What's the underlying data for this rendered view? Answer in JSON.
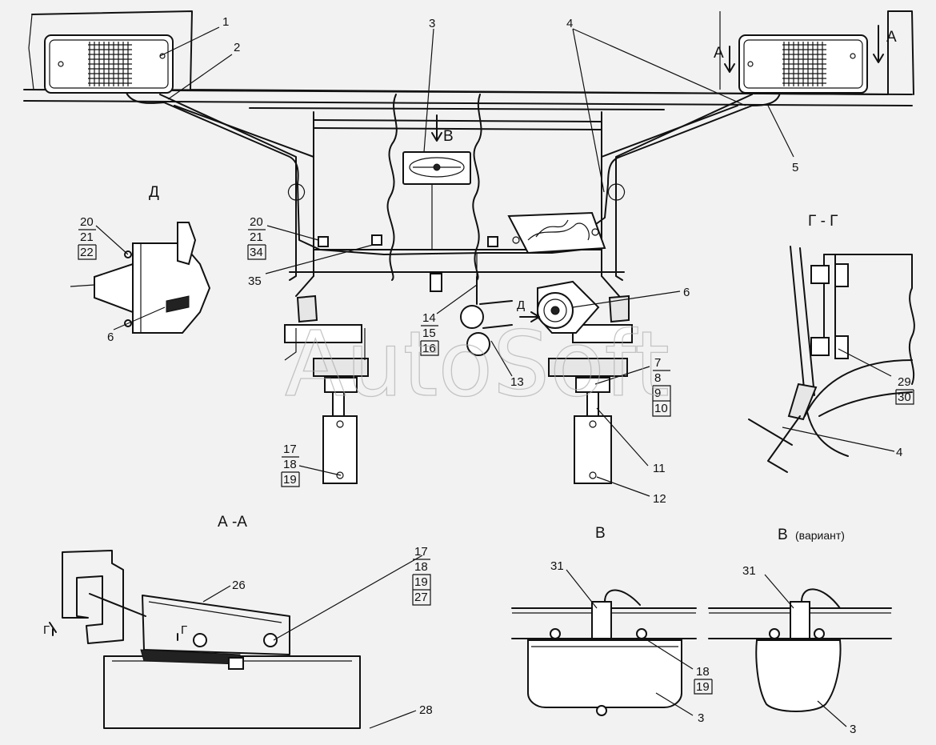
{
  "titles": {
    "view_d": "Д",
    "section_gg": "Г - Г",
    "section_aa": "А -А",
    "view_v": "В",
    "view_v_variant_letter": "В",
    "view_v_variant_note": "(вариант)",
    "arrow_a_left": "А",
    "arrow_a_right": "А",
    "arrow_v": "В",
    "arrow_d": "Д",
    "arrow_g_left": "Г",
    "arrow_g_right": "Г"
  },
  "labels": {
    "l1": "1",
    "l2": "2",
    "l3_top": "3",
    "l4_top": "4",
    "l5": "5",
    "l6_d": "6",
    "l6_main": "6",
    "l20_d": "20",
    "l21_d": "21",
    "l22_d": "22",
    "l20_m": "20",
    "l21_m": "21",
    "l34_m": "34",
    "l35": "35",
    "l14": "14",
    "l15": "15",
    "l16": "16",
    "l13": "13",
    "l7": "7",
    "l8": "8",
    "l9": "9",
    "l10": "10",
    "l11": "11",
    "l12": "12",
    "l17_m": "17",
    "l18_m": "18",
    "l19_m": "19",
    "l29": "29",
    "l30": "30",
    "l4_gg": "4",
    "l17_aa": "17",
    "l18_aa": "18",
    "l19_aa": "19",
    "l27_aa": "27",
    "l26": "26",
    "l28": "28",
    "l31_v": "31",
    "l18_v": "18",
    "l19_v": "19",
    "l3_v": "3",
    "l31_vv": "31",
    "l3_vv": "3"
  },
  "watermark": "AutoSoft"
}
